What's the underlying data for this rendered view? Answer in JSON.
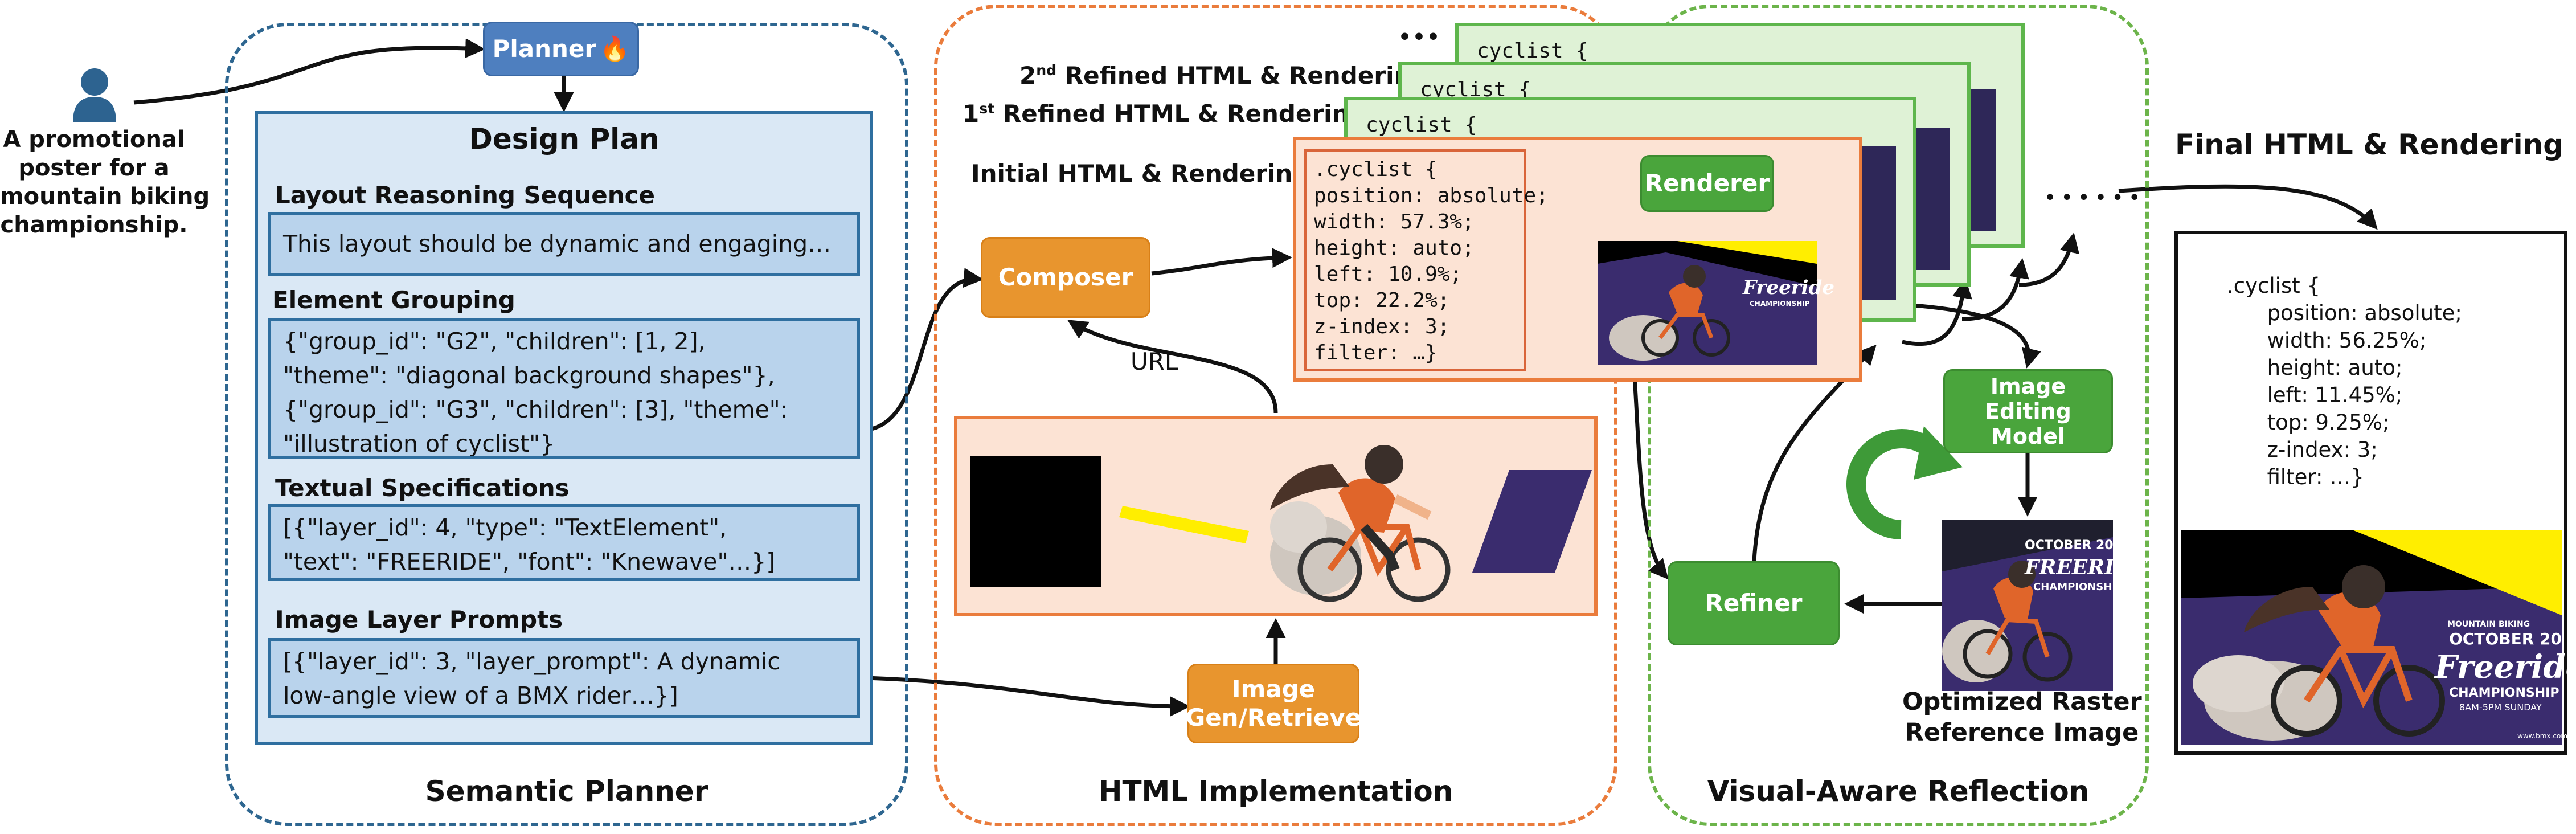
{
  "user": {
    "prompt": "A promotional\nposter for a\nmountain biking\nchampionship."
  },
  "planner": {
    "label": "Planner",
    "badge": "🔥"
  },
  "design_plan": {
    "title": "Design Plan",
    "layout": {
      "heading": "Layout Reasoning Sequence",
      "text": "This layout should be dynamic and engaging…"
    },
    "grouping": {
      "heading": "Element Grouping",
      "text": "{\"group_id\": \"G2\", \"children\": [1, 2],\n\"theme\": \"diagonal background shapes\"},\n{\"group_id\": \"G3\", \"children\": [3], \"theme\":\n\"illustration of cyclist\"}"
    },
    "textual": {
      "heading": "Textual Specifications",
      "text": "[{\"layer_id\": 4, \"type\": \"TextElement\",\n\"text\": \"FREERIDE\", \"font\": \"Knewave\"…}]"
    },
    "image_prompts": {
      "heading": "Image Layer Prompts",
      "text": "[{\"layer_id\": 3, \"layer_prompt\": A dynamic\nlow-angle view of a BMX rider…}]"
    }
  },
  "sections": {
    "semantic_planner": "Semantic Planner",
    "html_implementation": "HTML Implementation",
    "visual_reflection": "Visual-Aware Reflection"
  },
  "composer": {
    "label": "Composer",
    "url_label": "URL"
  },
  "image_gen": {
    "label": "Image\nGen/Retrieve"
  },
  "renderer": {
    "label": "Renderer"
  },
  "image_editing": {
    "label": "Image\nEditing\nModel"
  },
  "refiner": {
    "label": "Refiner"
  },
  "rendering_labels": {
    "second_num": "2",
    "second_sup": "nd",
    "second_rest": " Refined HTML & Rendering",
    "first_num": "1",
    "first_sup": "st",
    "first_rest": " Refined HTML & Rendering",
    "initial": "Initial HTML & Rendering",
    "dots_top": "•••",
    "dots_right": "• • • • • •"
  },
  "cards": {
    "back_title": "cyclist {",
    "front_title": ".cyclist {"
  },
  "initial_css": ".cyclist {\nposition: absolute;\nwidth: 57.3%;\nheight: auto;\nleft: 10.9%;\ntop: 22.2%;\nz-index: 3;\nfilter: …}",
  "final": {
    "title": "Final HTML & Rendering",
    "css": ".cyclist {\n      position: absolute;\n      width: 56.25%;\n      height: auto;\n      left: 11.45%;\n      top: 9.25%;\n      z-index: 3;\n      filter: …}"
  },
  "poster": {
    "title": "Freeride",
    "subtitle": "CHAMPIONSHIP",
    "date": "OCTOBER 20",
    "time": "8AM-5PM SUNDAY",
    "brand": "MOUNTAIN BIKING",
    "url": "www.bmx.com",
    "title_caps": "FREERIDE"
  },
  "optimized_label": "Optimized Raster\nReference Image",
  "colors": {
    "blue_panel": "#2e6690",
    "orange_panel": "#ea7c3c",
    "green_panel": "#6cb44a",
    "accent_orange": "#e8952e",
    "accent_green": "#4aa53c",
    "planner_blue": "#4e7fbf",
    "poster_purple": "#3a2c6e",
    "poster_yellow": "#ffee00"
  }
}
